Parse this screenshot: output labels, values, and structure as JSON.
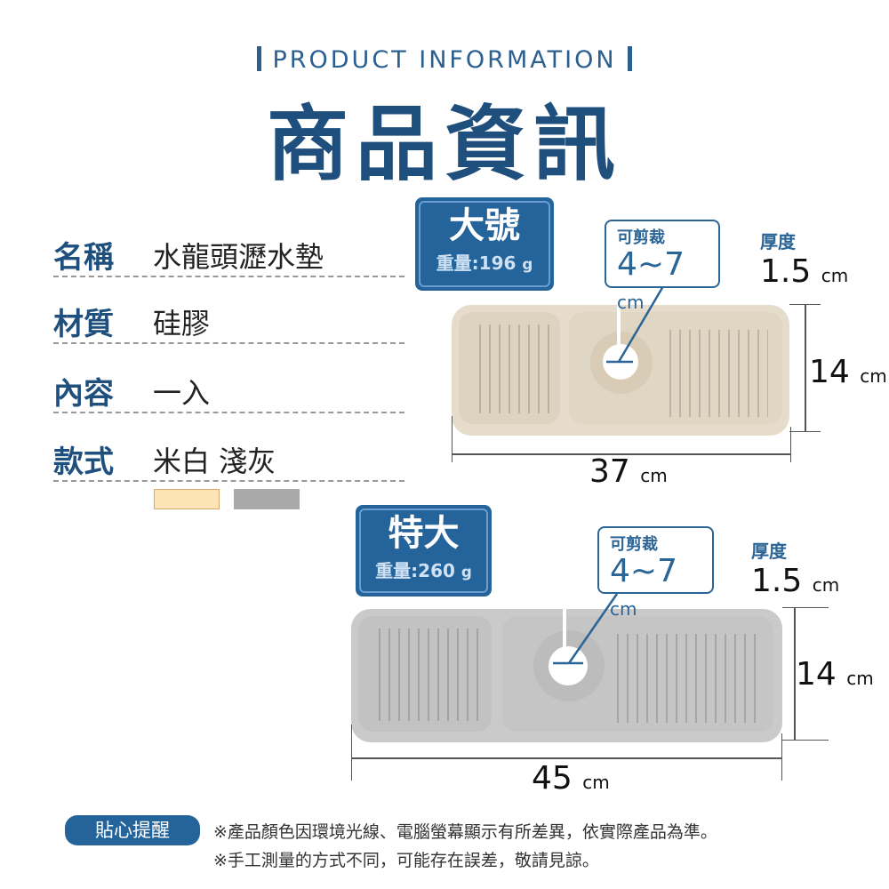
{
  "header": {
    "subtitle": "PRODUCT INFORMATION",
    "title": "商品資訊"
  },
  "specs": [
    {
      "label": "名稱",
      "value": "水龍頭瀝水墊"
    },
    {
      "label": "材質",
      "value": "硅膠"
    },
    {
      "label": "內容",
      "value": "一入"
    },
    {
      "label": "款式",
      "value": "米白 淺灰"
    }
  ],
  "swatches": [
    {
      "name": "米白",
      "color": "#fde3b6"
    },
    {
      "name": "淺灰",
      "color": "#a9a9a9"
    }
  ],
  "products": [
    {
      "size": "大號",
      "weight_label": "重量:196",
      "weight_unit": "g",
      "cut_label": "可剪裁",
      "cut_value": "4~7",
      "cut_unit": "cm",
      "thick_label": "厚度",
      "thick_value": "1.5",
      "thick_unit": "cm",
      "height": "14",
      "height_unit": "cm",
      "length": "37",
      "length_unit": "cm",
      "color": "#e6dccb"
    },
    {
      "size": "特大",
      "weight_label": "重量:260",
      "weight_unit": "g",
      "cut_label": "可剪裁",
      "cut_value": "4~7",
      "cut_unit": "cm",
      "thick_label": "厚度",
      "thick_value": "1.5",
      "thick_unit": "cm",
      "height": "14",
      "height_unit": "cm",
      "length": "45",
      "length_unit": "cm",
      "color": "#cacaca"
    }
  ],
  "footer": {
    "pill": "貼心提醒",
    "notes": [
      "※產品顏色因環境光線、電腦螢幕顯示有所差異，依實際產品為準。",
      "※手工測量的方式不同，可能存在誤差，敬請見諒。"
    ]
  }
}
